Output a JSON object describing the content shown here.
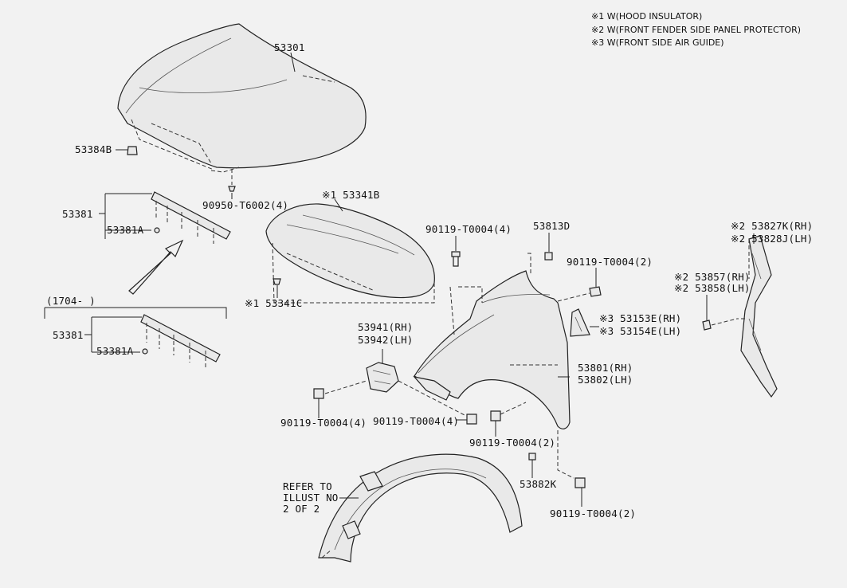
{
  "notes": [
    "※1 W(HOOD INSULATOR)",
    "※2 W(FRONT FENDER SIDE PANEL PROTECTOR)",
    "※3 W(FRONT SIDE AIR GUIDE)"
  ],
  "labels": {
    "hood": "53301",
    "hood_bumper": "53384B",
    "hood_clip": "90950-T6002(4)",
    "insulator": "※1 53341B",
    "insulator_clip": "※1 53341C",
    "seal_assy_top": "53381",
    "seal_top": "53381A",
    "date_range": "(1704-      )",
    "seal_assy_bottom": "53381",
    "seal_bottom": "53381A",
    "bolt_a": "90119-T0004(4)",
    "plug_top": "53813D",
    "bolt_b": "90119-T0004(2)",
    "protector_rh": "※2 53827K(RH)",
    "protector_lh": "※2 53828J(LH)",
    "seal_rh": "※2 53857(RH)",
    "seal_lh": "※2 53858(LH)",
    "air_guide_rh": "※3 53153E(RH)",
    "air_guide_lh": "※3 53154E(LH)",
    "bracket_rh": "53941(RH)",
    "bracket_lh": "53942(LH)",
    "fender_rh": "53801(RH)",
    "fender_lh": "53802(LH)",
    "bolt_c": "90119-T0004(4)",
    "bolt_d": "90119-T0004(4)",
    "bolt_e": "90119-T0004(2)",
    "nut_plate": "53882K",
    "bolt_f": "90119-T0004(2)",
    "refer_line1": "REFER TO",
    "refer_line2": "ILLUST NO",
    "refer_line3": "2 OF 2"
  }
}
